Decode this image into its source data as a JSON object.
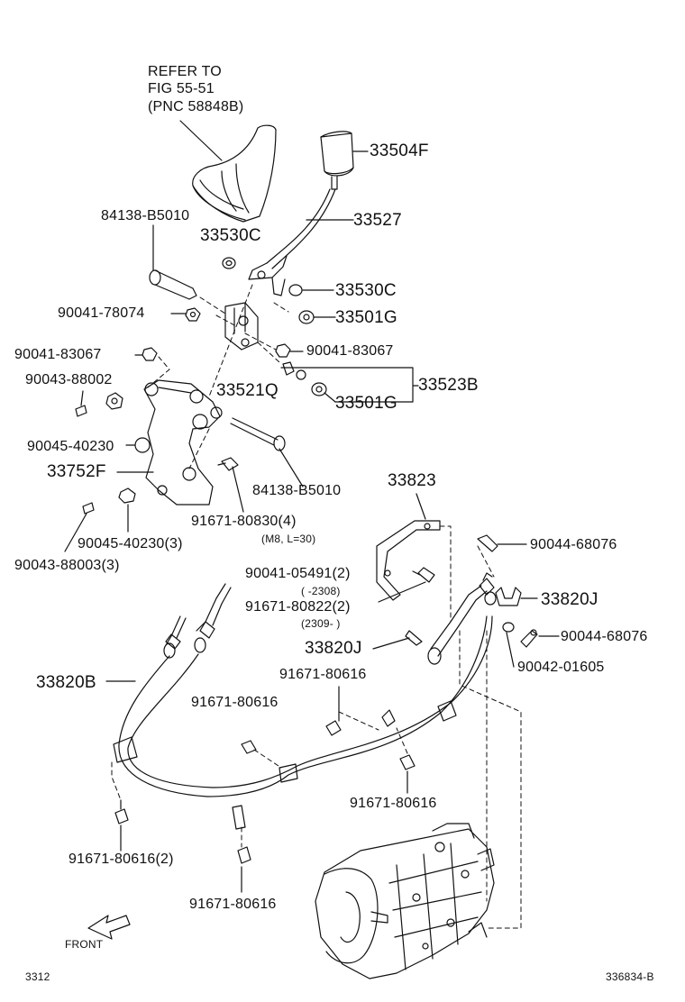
{
  "refer_note": {
    "line1": "REFER TO",
    "line2": "FIG 55-51",
    "line3": "(PNC 58848B)"
  },
  "parts": {
    "p33504F": "33504F",
    "p84138_B5010_top": "84138-B5010",
    "p33527": "33527",
    "p33530C_a": "33530C",
    "p33530C_b": "33530C",
    "p90041_78074": "90041-78074",
    "p33501G_a": "33501G",
    "p90041_83067_left": "90041-83067",
    "p90041_83067_right": "90041-83067",
    "p90043_88002": "90043-88002",
    "p33521Q": "33521Q",
    "p33523B": "33523B",
    "p33501G_b": "33501G",
    "p90045_40230": "90045-40230",
    "p33752F": "33752F",
    "p84138_B5010_bottom": "84138-B5010",
    "p91671_80830_4": "91671-80830(4)",
    "p91671_80830_note": "(M8, L=30)",
    "p90045_40230_3": "90045-40230(3)",
    "p90043_88003_3": "90043-88003(3)",
    "p33823": "33823",
    "p90044_68076_a": "90044-68076",
    "p90041_05491_2": "90041-05491(2)",
    "p90041_05491_note": "(      -2308)",
    "p33820J_a": "33820J",
    "p91671_80822_2": "91671-80822(2)",
    "p91671_80822_note": "(2309-      )",
    "p90044_68076_b": "90044-68076",
    "p33820J_b": "33820J",
    "p90042_01605": "90042-01605",
    "p91671_80616_a": "91671-80616",
    "p33820B": "33820B",
    "p91671_80616_b": "91671-80616",
    "p91671_80616_c": "91671-80616",
    "p91671_80616_2": "91671-80616(2)",
    "p91671_80616_d": "91671-80616"
  },
  "front_label": "FRONT",
  "code_left": "3312",
  "code_right": "336834-B",
  "icons": {
    "front_arrow": "front-arrow-icon"
  }
}
